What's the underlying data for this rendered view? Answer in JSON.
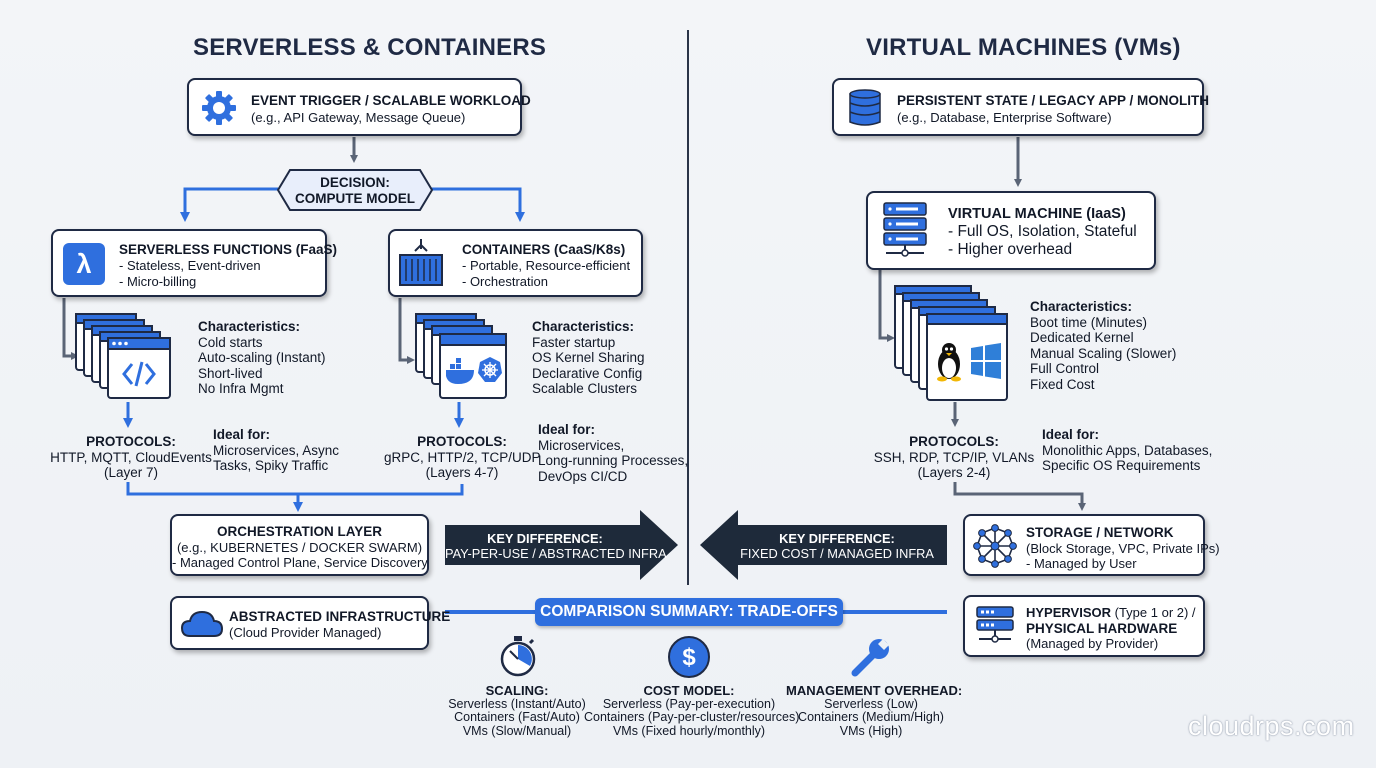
{
  "left_header": "SERVERLESS & CONTAINERS",
  "right_header": "VIRTUAL MACHINES (VMs)",
  "event_trigger": {
    "title": "EVENT TRIGGER / SCALABLE WORKLOAD",
    "sub": "(e.g., API Gateway, Message Queue)",
    "icon": "gear-icon"
  },
  "decision": {
    "line1": "DECISION:",
    "line2": "COMPUTE MODEL"
  },
  "faas": {
    "title": "SERVERLESS FUNCTIONS (FaaS)",
    "lines": [
      "- Stateless, Event-driven",
      "- Micro-billing"
    ],
    "icon": "lambda-icon",
    "glyph": "λ"
  },
  "containers": {
    "title": "CONTAINERS (CaaS/K8s)",
    "lines": [
      "- Portable, Resource-efficient",
      "- Orchestration"
    ],
    "icon": "shipping-container-icon"
  },
  "faas_chars": {
    "title": "Characteristics:",
    "items": [
      "Cold starts",
      "Auto-scaling (Instant)",
      "Short-lived",
      "No Infra Mgmt"
    ]
  },
  "cont_chars": {
    "title": "Characteristics:",
    "items": [
      "Faster startup",
      "OS Kernel Sharing",
      "Declarative Config",
      "Scalable Clusters"
    ]
  },
  "faas_protocols": {
    "title": "PROTOCOLS:",
    "lines": [
      "HTTP, MQTT, CloudEvents",
      "(Layer 7)"
    ]
  },
  "faas_ideal": {
    "title": "Ideal for:",
    "lines": [
      "Microservices, Async",
      "Tasks, Spiky Traffic"
    ]
  },
  "cont_protocols": {
    "title": "PROTOCOLS:",
    "lines": [
      "gRPC, HTTP/2, TCP/UDP",
      "(Layers 4-7)"
    ]
  },
  "cont_ideal": {
    "title": "Ideal for:",
    "lines": [
      "Microservices,",
      "Long-running Processes,",
      "DevOps CI/CD"
    ]
  },
  "orchestration": {
    "title": "ORCHESTRATION LAYER",
    "lines": [
      "(e.g., KUBERNETES / DOCKER SWARM)",
      "- Managed Control Plane, Service Discovery"
    ]
  },
  "abstracted": {
    "title": "ABSTRACTED INFRASTRUCTURE",
    "sub": "(Cloud Provider Managed)",
    "icon": "cloud-icon"
  },
  "key_left": {
    "line1": "KEY DIFFERENCE:",
    "line2": "PAY-PER-USE / ABSTRACTED INFRA"
  },
  "key_right": {
    "line1": "KEY DIFFERENCE:",
    "line2": "FIXED COST / MANAGED INFRA"
  },
  "persistent": {
    "title": "PERSISTENT STATE / LEGACY APP / MONOLITH",
    "sub": "(e.g., Database, Enterprise Software)",
    "icon": "database-icon"
  },
  "vm": {
    "title": "VIRTUAL MACHINE (IaaS)",
    "lines": [
      "- Full OS, Isolation, Stateful",
      "- Higher overhead"
    ],
    "icon": "server-rack-icon"
  },
  "vm_chars": {
    "title": "Characteristics:",
    "items": [
      "Boot time (Minutes)",
      "Dedicated Kernel",
      "Manual Scaling (Slower)",
      "Full Control",
      "Fixed Cost"
    ]
  },
  "vm_protocols": {
    "title": "PROTOCOLS:",
    "lines": [
      "SSH, RDP, TCP/IP, VLANs",
      "(Layers 2-4)"
    ]
  },
  "vm_ideal": {
    "title": "Ideal for:",
    "lines": [
      "Monolithic Apps, Databases,",
      "Specific OS Requirements"
    ]
  },
  "storage": {
    "title": "STORAGE / NETWORK",
    "lines": [
      "(Block Storage, VPC, Private IPs)",
      "- Managed by User"
    ],
    "icon": "network-icon"
  },
  "hypervisor": {
    "title1": "HYPERVISOR",
    "title1_rest": " (Type 1 or 2) /",
    "title2": "PHYSICAL HARDWARE",
    "sub": "(Managed by Provider)",
    "icon": "server-icon"
  },
  "summary_title": "COMPARISON SUMMARY: TRADE-OFFS",
  "scaling": {
    "title": "SCALING:",
    "lines": [
      "Serverless (Instant/Auto)",
      "Containers (Fast/Auto)",
      "VMs (Slow/Manual)"
    ],
    "icon": "stopwatch-icon"
  },
  "cost": {
    "title": "COST MODEL:",
    "lines": [
      "Serverless (Pay-per-execution)",
      "Containers (Pay-per-cluster/resources)",
      "VMs (Fixed hourly/monthly)"
    ],
    "icon": "dollar-icon"
  },
  "mgmt": {
    "title": "MANAGEMENT OVERHEAD:",
    "lines": [
      "Serverless (Low)",
      "Containers (Medium/High)",
      "VMs (High)"
    ],
    "icon": "wrench-icon"
  },
  "watermark": "cloudrps.com",
  "colors": {
    "navy": "#1f2a44",
    "blue": "#2f6fde",
    "dark_arrow": "#1e2a3a",
    "gray_arrow": "#5a6476"
  }
}
